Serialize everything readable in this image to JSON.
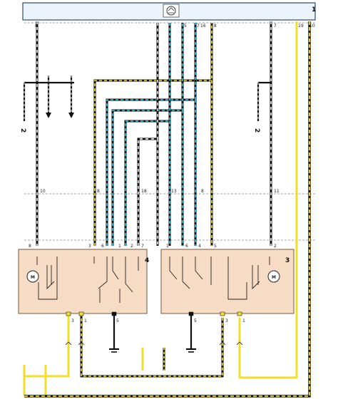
{
  "diagram": {
    "component_labels": {
      "top_unit": "1",
      "left_switch": "4",
      "right_switch": "3",
      "ref_left": "2",
      "ref_right": "2"
    },
    "top_unit_pins": {
      "p1": "8",
      "p2": "3",
      "p3": "15",
      "p4": "17",
      "p5": "16",
      "p6": "18",
      "p7": "7",
      "p8": "19",
      "p9": "10"
    },
    "left_switch_pins": {
      "p1": "8",
      "p2": "3",
      "p3": "6",
      "p4": "1",
      "p5": "2",
      "p6": "7"
    },
    "right_switch_pins": {
      "p1": "1",
      "p2": "6",
      "p3": "4",
      "p4": "5",
      "p5": "2"
    },
    "left_switch_bottom_pins": {
      "a": "3",
      "b": "1",
      "c": "5"
    },
    "right_switch_bottom_pins": {
      "a": "5",
      "b": "3",
      "c": "1"
    },
    "connector_labels": {
      "left_a": "10",
      "left_b": "8",
      "left_c": "18",
      "right_a": "13",
      "right_b": "8",
      "right_c": "11"
    },
    "colors": {
      "panel_fill": "#ecf4fb",
      "panel_stroke": "#2a4a6a",
      "switch_fill": "#f6dcc4",
      "switch_stroke": "#7a5a3a",
      "yellow": "#f2dc2c",
      "cyan": "#37c6e8",
      "black": "#111111",
      "blue": "#3b6fb5",
      "white": "#ffffff",
      "ground": "#000000"
    },
    "icons": {
      "top_unit": "relay-icon",
      "left_motor": "motor-icon",
      "right_motor": "motor-icon",
      "ground": "ground-icon"
    }
  }
}
